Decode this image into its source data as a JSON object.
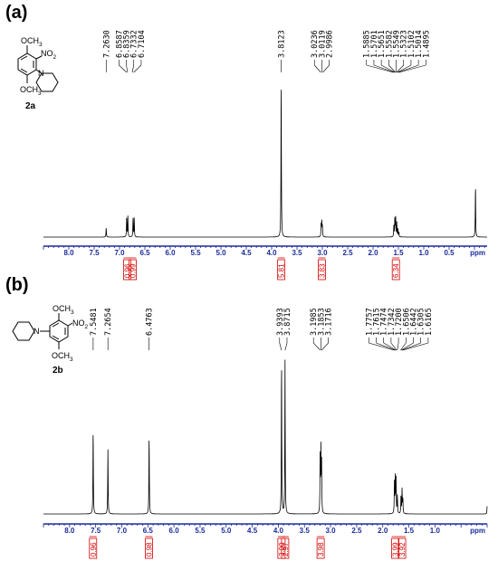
{
  "colors": {
    "spectrum": "#000000",
    "axis": "#1a2a9a",
    "integral": "#d40000"
  },
  "chart_data": [
    {
      "type": "line",
      "panel_label": "(a)",
      "compound": "2a",
      "structure": {
        "substituents": [
          "OCH3",
          "NO2",
          "OCH3"
        ],
        "subs": [
          "3",
          "2",
          "3"
        ]
      },
      "xlabel": "ppm",
      "x_reversed": true,
      "xlim": [
        8.5,
        -0.25
      ],
      "tick_labels": [
        {
          "v": 8.0,
          "t": "8.0"
        },
        {
          "v": 7.5,
          "t": "7.5"
        },
        {
          "v": 7.0,
          "t": "7.0"
        },
        {
          "v": 6.5,
          "t": "6.5"
        },
        {
          "v": 6.0,
          "t": "6.0"
        },
        {
          "v": 5.5,
          "t": "5.5"
        },
        {
          "v": 5.0,
          "t": "5.0"
        },
        {
          "v": 4.5,
          "t": "4.5"
        },
        {
          "v": 4.0,
          "t": "4.0"
        },
        {
          "v": 3.5,
          "t": "3.5"
        },
        {
          "v": 3.0,
          "t": "3.0"
        },
        {
          "v": 2.5,
          "t": "2.5"
        },
        {
          "v": 2.0,
          "t": "2.0"
        },
        {
          "v": 1.5,
          "t": "1.5"
        },
        {
          "v": 1.0,
          "t": "1.0"
        },
        {
          "v": 0.5,
          "t": "0.5"
        }
      ],
      "peak_labels": [
        {
          "group": [
            7.263
          ],
          "labels": [
            "7.2630"
          ]
        },
        {
          "group": [
            6.86,
            6.84,
            6.75,
            6.72
          ],
          "labels": [
            "6.8587",
            "6.8359",
            "6.7332",
            "6.7104"
          ]
        },
        {
          "group": [
            3.812
          ],
          "labels": [
            "3.8123"
          ]
        },
        {
          "group": [
            3.03,
            3.01,
            2.99
          ],
          "labels": [
            "3.0236",
            "3.0119",
            "2.9986"
          ]
        },
        {
          "group": [
            1.6,
            1.58,
            1.565,
            1.555,
            1.545,
            1.535,
            1.52,
            1.505,
            1.49
          ],
          "labels": [
            "1.5885",
            "1.5701",
            "1.5651",
            "1.5582",
            "1.5549",
            "1.5323",
            "1.5102",
            "1.5014",
            "1.4895"
          ]
        }
      ],
      "peaks": [
        {
          "x": 7.263,
          "h": 0.06
        },
        {
          "x": 6.859,
          "h": 0.13
        },
        {
          "x": 6.836,
          "h": 0.13
        },
        {
          "x": 6.733,
          "h": 0.12
        },
        {
          "x": 6.71,
          "h": 0.12
        },
        {
          "x": 3.812,
          "h": 1.0
        },
        {
          "x": 3.024,
          "h": 0.08
        },
        {
          "x": 3.012,
          "h": 0.1
        },
        {
          "x": 2.999,
          "h": 0.07
        },
        {
          "x": 1.59,
          "h": 0.07
        },
        {
          "x": 1.57,
          "h": 0.12
        },
        {
          "x": 1.555,
          "h": 0.13
        },
        {
          "x": 1.532,
          "h": 0.09
        },
        {
          "x": 1.51,
          "h": 0.05
        },
        {
          "x": 1.49,
          "h": 0.03
        },
        {
          "x": -0.02,
          "h": 0.33
        }
      ],
      "integrals": [
        {
          "x": 6.85,
          "t": "0.96"
        },
        {
          "x": 6.74,
          "t": "0.99"
        },
        {
          "x": 3.81,
          "t": "5.81"
        },
        {
          "x": 3.01,
          "t": "3.83"
        },
        {
          "x": 1.55,
          "t": "6.34"
        }
      ]
    },
    {
      "type": "line",
      "panel_label": "(b)",
      "compound": "2b",
      "structure": {
        "substituents": [
          "OCH3",
          "NO2",
          "OCH3"
        ],
        "subs": [
          "3",
          "2",
          "3"
        ]
      },
      "xlabel": "ppm",
      "x_reversed": true,
      "xlim": [
        8.5,
        0.0
      ],
      "tick_labels": [
        {
          "v": 8.0,
          "t": "8.0"
        },
        {
          "v": 7.5,
          "t": "7.5"
        },
        {
          "v": 7.0,
          "t": "7.0"
        },
        {
          "v": 6.5,
          "t": "6.5"
        },
        {
          "v": 6.0,
          "t": "6.0"
        },
        {
          "v": 5.5,
          "t": "5.5"
        },
        {
          "v": 5.0,
          "t": "5.0"
        },
        {
          "v": 4.5,
          "t": "4.5"
        },
        {
          "v": 4.0,
          "t": "4.0"
        },
        {
          "v": 3.5,
          "t": "3.5"
        },
        {
          "v": 3.0,
          "t": "3.0"
        },
        {
          "v": 2.5,
          "t": "2.5"
        },
        {
          "v": 2.0,
          "t": "2.0"
        },
        {
          "v": 1.5,
          "t": "1.5"
        },
        {
          "v": 1.0,
          "t": "1.0"
        }
      ],
      "peak_labels": [
        {
          "group": [
            7.548
          ],
          "labels": [
            "7.5481"
          ]
        },
        {
          "group": [
            7.265
          ],
          "labels": [
            "7.2654"
          ]
        },
        {
          "group": [
            6.476
          ],
          "labels": [
            "6.4763"
          ]
        },
        {
          "group": [
            3.94,
            3.87
          ],
          "labels": [
            "3.9393",
            "3.8715"
          ]
        },
        {
          "group": [
            3.2,
            3.185,
            3.17
          ],
          "labels": [
            "3.1985",
            "3.1853",
            "3.1716"
          ]
        },
        {
          "group": [
            1.78,
            1.76,
            1.745,
            1.73,
            1.72,
            1.66,
            1.645,
            1.63,
            1.615
          ],
          "labels": [
            "1.7757",
            "1.7615",
            "1.7474",
            "1.7342",
            "1.7200",
            "1.6506",
            "1.6442",
            "1.6305",
            "1.6165"
          ]
        }
      ],
      "peaks": [
        {
          "x": 7.548,
          "h": 0.56
        },
        {
          "x": 7.265,
          "h": 0.42
        },
        {
          "x": 6.476,
          "h": 0.52
        },
        {
          "x": 3.939,
          "h": 1.0
        },
        {
          "x": 3.872,
          "h": 1.0
        },
        {
          "x": 3.199,
          "h": 0.36
        },
        {
          "x": 3.185,
          "h": 0.4
        },
        {
          "x": 3.172,
          "h": 0.34
        },
        {
          "x": 1.776,
          "h": 0.2
        },
        {
          "x": 1.76,
          "h": 0.24
        },
        {
          "x": 1.745,
          "h": 0.22
        },
        {
          "x": 1.72,
          "h": 0.12
        },
        {
          "x": 1.65,
          "h": 0.12
        },
        {
          "x": 1.63,
          "h": 0.16
        },
        {
          "x": 1.615,
          "h": 0.1
        },
        {
          "x": 0.0,
          "h": 0.05
        }
      ],
      "integrals": [
        {
          "x": 7.55,
          "t": "0.96"
        },
        {
          "x": 6.48,
          "t": "0.98"
        },
        {
          "x": 3.94,
          "t": "3.00"
        },
        {
          "x": 3.87,
          "t": "2.97"
        },
        {
          "x": 3.19,
          "t": "3.98"
        },
        {
          "x": 1.76,
          "t": "3.99"
        },
        {
          "x": 1.63,
          "t": "3.92"
        }
      ]
    }
  ]
}
